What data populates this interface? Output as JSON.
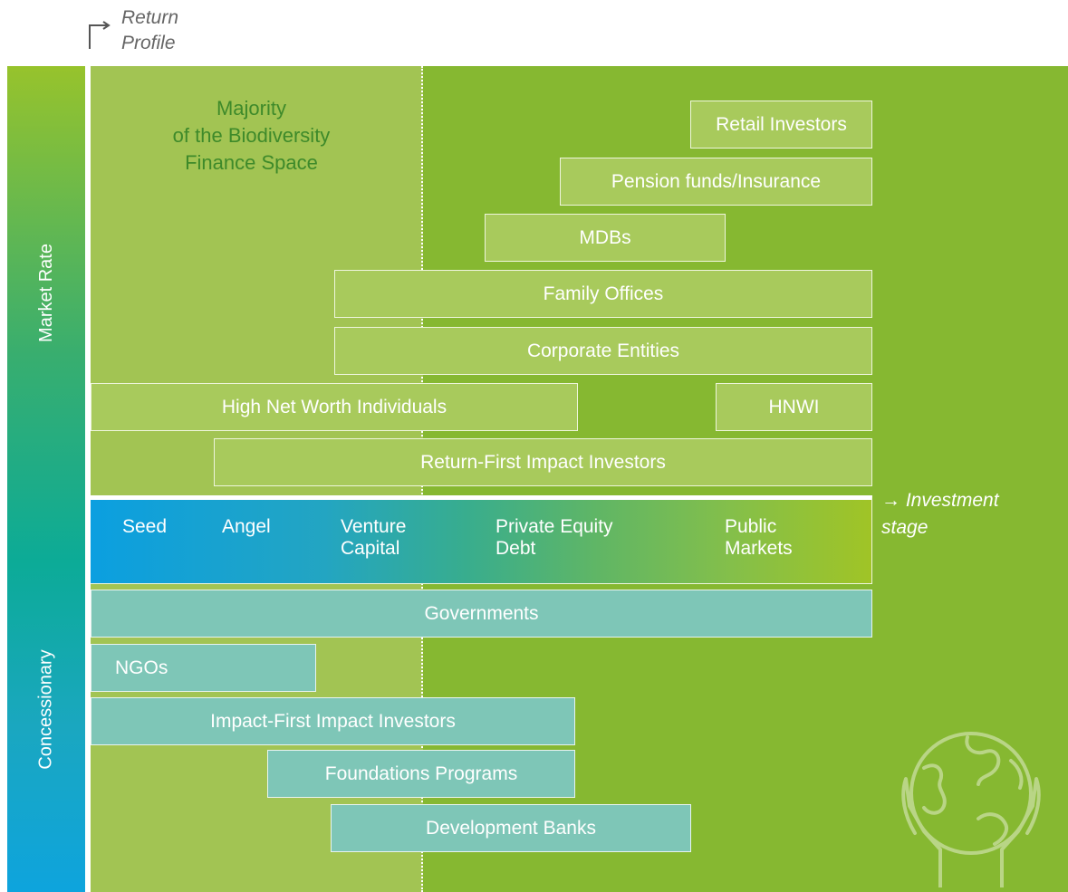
{
  "axes": {
    "return_profile": "Return\nProfile",
    "market_rate": "Market Rate",
    "concessionary": "Concessionary",
    "investment_stage": "→ Investment\nstage"
  },
  "highlight": "Majority\nof the Biodiversity\nFinance Space",
  "market_rate_investors": [
    "Retail Investors",
    "Pension funds/Insurance",
    "MDBs",
    "Family Offices",
    "Corporate Entities",
    "High Net Worth Individuals",
    "HNWI",
    "Return-First Impact Investors"
  ],
  "stages": [
    "Seed",
    "Angel",
    "Venture\nCapital",
    "Private Equity\nDebt",
    "Public\nMarkets"
  ],
  "concessionary_investors": [
    "Governments",
    "NGOs",
    "Impact-First Impact Investors",
    "Foundations Programs",
    "Development Banks"
  ],
  "colors": {
    "panel_right": "#86b831",
    "panel_left": "#a2c453",
    "market_bar": "#a8ca5c",
    "concessionary_bar": "#7ec6b7",
    "highlight_text": "#3e8a2a"
  },
  "icons": [
    "return-profile-arrow-icon",
    "globe-in-hands-icon"
  ]
}
